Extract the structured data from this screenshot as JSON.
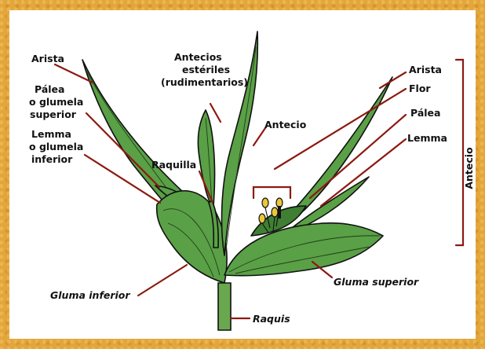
{
  "labels": {
    "arista_left": "Arista",
    "palea_left": [
      "Pálea",
      "o glumela",
      "superior"
    ],
    "lemma_left": [
      "Lemma",
      "o glumela",
      "inferior"
    ],
    "antecios_esteriles": [
      "Antecios",
      "estériles",
      "(rudimentarios)"
    ],
    "raquilla": "Raquilla",
    "antecio_center": "Antecio",
    "arista_right": "Arista",
    "flor": "Flor",
    "palea_right": "Pálea",
    "lemma_right": "Lemma",
    "antecio_bracket": "Antecio",
    "gluma_inferior": "Gluma inferior",
    "gluma_superior": "Gluma superior",
    "raquis": "Raquis"
  },
  "colors": {
    "frame": "#e3a63b",
    "leader_lines": "#8c1a12",
    "leaf_green": "#5aa046"
  }
}
